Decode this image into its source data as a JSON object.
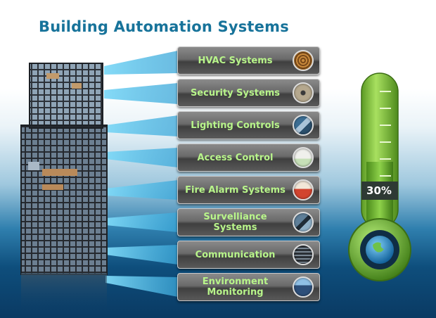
{
  "header": {
    "title": "Building Automation Systems"
  },
  "systems": [
    {
      "label": "HVAC Systems",
      "icon": "hvac-duct-icon"
    },
    {
      "label": "Security Systems",
      "icon": "security-keyhole-icon"
    },
    {
      "label": "Lighting Controls",
      "icon": "lighting-panel-icon"
    },
    {
      "label": "Access Control",
      "icon": "access-card-icon"
    },
    {
      "label": "Fire Alarm Systems",
      "icon": "fire-alarm-icon"
    },
    {
      "label": "Survelliance Systems",
      "icon": "surveillance-camera-icon"
    },
    {
      "label": "Communication",
      "icon": "communication-device-icon"
    },
    {
      "label": "Environment Monitoring",
      "icon": "solar-panel-icon"
    }
  ],
  "thermometer": {
    "label": "30%",
    "fill_fraction": 0.3,
    "color": "#7dc242",
    "bulb_icon": "globe-icon"
  },
  "colors": {
    "title": "#17739a",
    "button_text": "#b8f58a",
    "beam": "#5bc8ee"
  }
}
